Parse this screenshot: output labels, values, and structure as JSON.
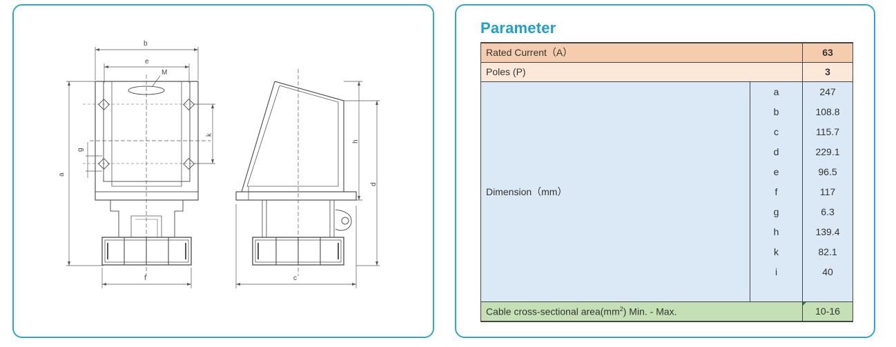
{
  "drawing": {
    "letters": {
      "b": "b",
      "e": "e",
      "M": "M",
      "k": "k",
      "g": "g",
      "a": "a",
      "f": "f",
      "h": "h",
      "d": "d",
      "c": "c"
    }
  },
  "parameter": {
    "title": "Parameter",
    "rated_current": {
      "label": "Rated Current（A）",
      "value": "63"
    },
    "poles": {
      "label": "Poles (P)",
      "value": "3"
    },
    "dimension": {
      "label": "Dimension（mm）",
      "rows": [
        {
          "key": "a",
          "value": "247"
        },
        {
          "key": "b",
          "value": "108.8"
        },
        {
          "key": "c",
          "value": "115.7"
        },
        {
          "key": "d",
          "value": "229.1"
        },
        {
          "key": "e",
          "value": "96.5"
        },
        {
          "key": "f",
          "value": "117"
        },
        {
          "key": "g",
          "value": "6.3"
        },
        {
          "key": "h",
          "value": "139.4"
        },
        {
          "key": "k",
          "value": "82.1"
        },
        {
          "key": "i",
          "value": "40"
        },
        {
          "key": "",
          "value": ""
        }
      ]
    },
    "cable": {
      "label_before": "Cable cross-sectional area(mm",
      "label_sup": "2",
      "label_after": ") Min. - Max.",
      "value": "10-16"
    }
  }
}
